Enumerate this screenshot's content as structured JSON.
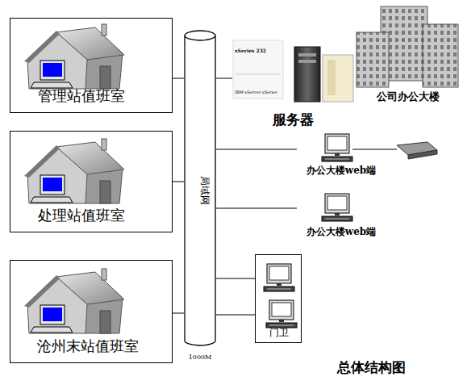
{
  "diagram": {
    "caption": "总体结构图",
    "nodes": [
      {
        "text": [
          "管理站值班室"
        ]
      },
      {
        "text": [
          "处理站值班室"
        ]
      },
      {
        "text": [
          "沧州末站值班室"
        ]
      },
      {
        "text": [
          "局域网",
          "1000M"
        ]
      },
      {
        "text": [
          "服务器"
        ]
      },
      {
        "text": [
          "公司办公大楼"
        ]
      },
      {
        "text": [
          "办公大楼web端"
        ]
      },
      {
        "text": [
          "办公大楼web端"
        ]
      },
      {
        "text": [
          "门卫"
        ]
      }
    ],
    "edges": [
      {
        "from": 0,
        "to": 3,
        "arrow": "none"
      },
      {
        "from": 1,
        "to": 3,
        "arrow": "none"
      },
      {
        "from": 2,
        "to": 3,
        "arrow": "none"
      },
      {
        "from": 3,
        "to": 4,
        "arrow": "none"
      },
      {
        "from": 3,
        "to": 6,
        "arrow": "none"
      },
      {
        "from": 3,
        "to": 7,
        "arrow": "none"
      },
      {
        "from": 3,
        "to": 8,
        "arrow": "none"
      },
      {
        "from": 3,
        "to": 8,
        "arrow": "none"
      }
    ],
    "labels": [
      "xSeries 232",
      "IBM eServer xSeries"
    ]
  }
}
